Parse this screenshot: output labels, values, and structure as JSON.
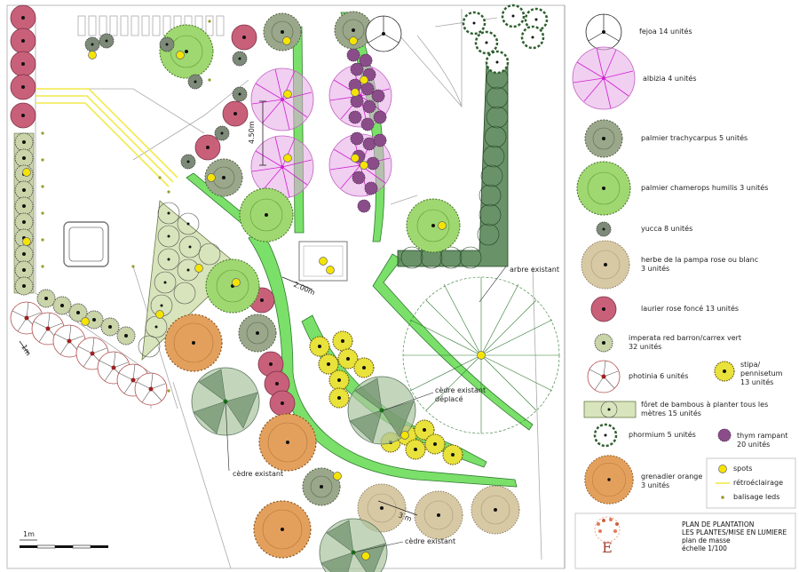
{
  "legend": {
    "feijoa": "fejoa 14 unités",
    "albizia": "albizia 4 unités",
    "trachycarpus": "palmier trachycarpus 5 unités",
    "chamerops": "palmier chamerops humilis 3 unités",
    "yucca": "yucca 8 unités",
    "pampas": [
      "herbe de la pampa rose ou blanc",
      "3 unités"
    ],
    "laurier": "laurier rose foncé 13 unités",
    "imperata": [
      "imperata red barron/carrex vert",
      "32 unités"
    ],
    "photinia": "photinia 6 unités",
    "stipa": [
      "stipa/",
      "pennisetum",
      "13 unités"
    ],
    "bamboo": [
      "fôret de bambous à planter tous les",
      "mètres 15 unités"
    ],
    "phormium": "phormium 5 unités",
    "thym": [
      "thym rampant",
      "20 unités"
    ],
    "grenadier": [
      "grenadier orange",
      "3 unités"
    ],
    "spots": "spots",
    "retro": "rétroéclairage",
    "balisage": "balisage leds"
  },
  "annotations": {
    "dim_450": "4.50m",
    "dim_200": "2.00m",
    "dim_3m": "3 m",
    "scale_1m_top": "1m",
    "scale_1m": "1m",
    "arbre_existant": "arbre existant",
    "cedre_deplace": [
      "cèdre existant",
      "déplacé"
    ],
    "cedre_existant_1": "cèdre existant",
    "cedre_existant_2": "cèdre existant"
  },
  "title_block": {
    "line1": "PLAN DE PLANTATION",
    "line2": "LES PLANTES/MISE EN LUMIERE",
    "line3": "plan de masse",
    "line4": "échelle 1/100",
    "logo_letter": "E"
  },
  "colors": {
    "path_green": "#7be06a",
    "bamboo_dark": "#4f7f4f",
    "laurier": "#c9607a",
    "grenadier": "#e3a05d",
    "pampas": "#d8c9a5",
    "trachy": "#9aa78a",
    "chamerops": "#9fd870",
    "albizia": "#e6a8e6",
    "spot_yellow": "#f5e400",
    "thym": "#8a4d8a",
    "bamboo_light": "#d8e4bb"
  }
}
